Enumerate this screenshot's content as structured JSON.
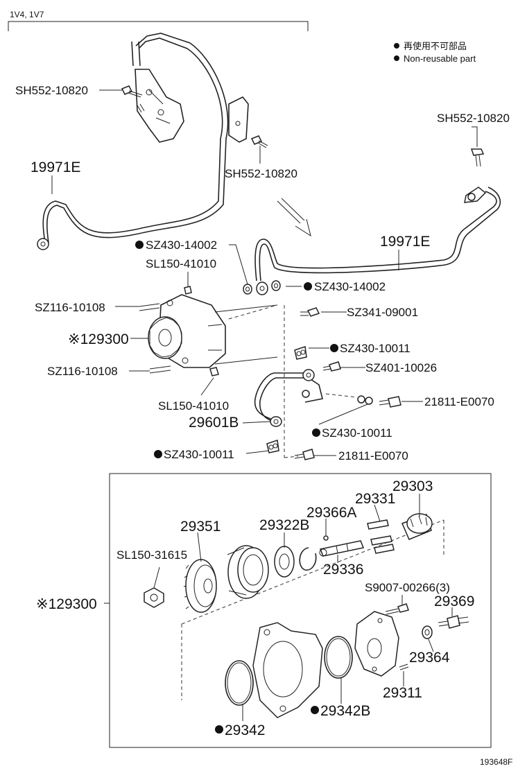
{
  "header": {
    "engine_codes": "1V4, 1V7"
  },
  "legend": {
    "japanese": "再使用不可部品",
    "english": "Non-reusable part"
  },
  "figure_id": "193648F",
  "callouts": {
    "sh552_top_left": "SH552-10820",
    "sh552_top_right": "SH552-10820",
    "sh552_mid": "SH552-10820",
    "p19971e_left": "19971E",
    "p19971e_right": "19971E",
    "sz430_14002_a": "SZ430-14002",
    "sl150_41010_a": "SL150-41010",
    "sz430_14002_b": "SZ430-14002",
    "sz341_09001": "SZ341-09001",
    "sz116_10108_a": "SZ116-10108",
    "p29300_upper": "※129300",
    "sz430_10011_a": "SZ430-10011",
    "sz401_10026": "SZ401-10026",
    "sz116_10108_b": "SZ116-10108",
    "sl150_41010_b": "SL150-41010",
    "p21811_e0070_a": "21811-E0070",
    "p29601b": "29601B",
    "sz430_10011_b": "SZ430-10011",
    "sz430_10011_c": "SZ430-10011",
    "p21811_e0070_b": "21811-E0070",
    "p29303": "29303",
    "p29331": "29331",
    "p29351": "29351",
    "p29322b": "29322B",
    "p29366a": "29366A",
    "sl150_31615": "SL150-31615",
    "p29336": "29336",
    "p29300_lower": "※129300",
    "s9007": "S9007-00266(3)",
    "p29369": "29369",
    "p29364": "29364",
    "p29311": "29311",
    "p29342b": "29342B",
    "p29342": "29342"
  },
  "non_reusable_marker": "●"
}
